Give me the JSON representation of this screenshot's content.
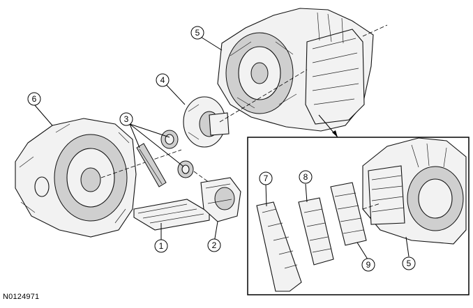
{
  "figure_id": "N0124971",
  "callouts": [
    {
      "key": "c1",
      "label": "1"
    },
    {
      "key": "c2",
      "label": "2"
    },
    {
      "key": "c3",
      "label": "3"
    },
    {
      "key": "c4",
      "label": "4"
    },
    {
      "key": "c5a",
      "label": "5"
    },
    {
      "key": "c5b",
      "label": "5"
    },
    {
      "key": "c6",
      "label": "6"
    },
    {
      "key": "c7",
      "label": "7"
    },
    {
      "key": "c8",
      "label": "8"
    },
    {
      "key": "c9",
      "label": "9"
    }
  ]
}
